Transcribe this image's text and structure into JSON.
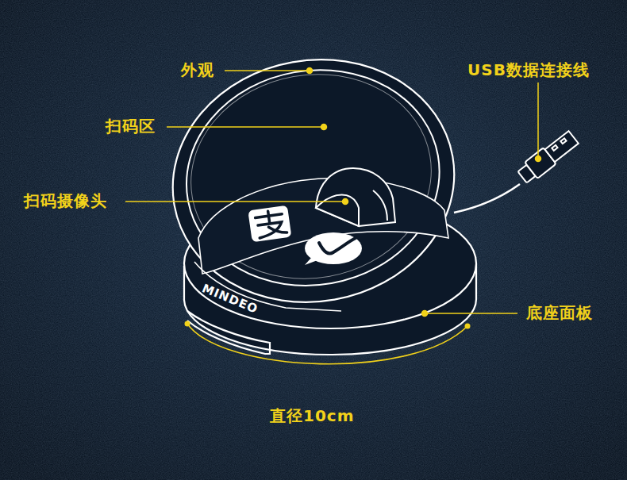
{
  "diagram": {
    "labels": [
      "外观",
      "扫码区",
      "扫码摄像头",
      "USB数据连接线",
      "底座面板",
      "直径10cm",
      "MINDEO"
    ]
  }
}
